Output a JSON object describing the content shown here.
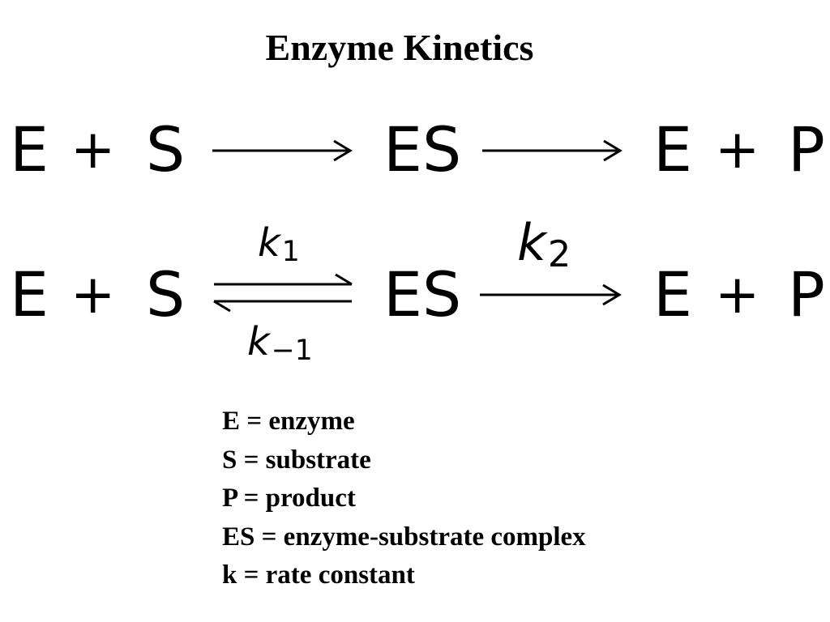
{
  "title": "Enzyme Kinetics",
  "equation1": {
    "reactant1": "E",
    "plus1": "+",
    "reactant2": "S",
    "intermediate": "ES",
    "product1": "E",
    "plus2": "+",
    "product2": "P"
  },
  "equation2": {
    "reactant1": "E",
    "plus1": "+",
    "reactant2": "S",
    "forward_rate": {
      "symbol": "k",
      "subscript": "1"
    },
    "reverse_rate": {
      "symbol": "k",
      "subscript": "−1"
    },
    "intermediate": "ES",
    "catalytic_rate": {
      "symbol": "k",
      "subscript": "2"
    },
    "product1": "E",
    "plus2": "+",
    "product2": "P"
  },
  "legend": [
    "E = enzyme",
    "S = substrate",
    "P = product",
    "ES = enzyme-substrate complex",
    "k = rate constant"
  ]
}
